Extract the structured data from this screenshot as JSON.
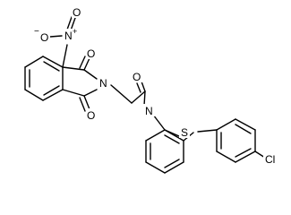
{
  "molecule": {
    "atom_labels": {
      "nitro_n": "N",
      "nitro_o_top": "O",
      "nitro_o_left": "O",
      "imide_o_top": "O",
      "imide_o_bottom": "O",
      "imide_n": "N",
      "amide_o": "O",
      "amide_n": "N",
      "sulfur": "S",
      "chlorine": "Cl"
    },
    "charges": {
      "nitro_n": "+",
      "nitro_o_left": "−"
    },
    "colors": {
      "bond": "#000000",
      "label": "#000000",
      "background": "#ffffff"
    }
  }
}
